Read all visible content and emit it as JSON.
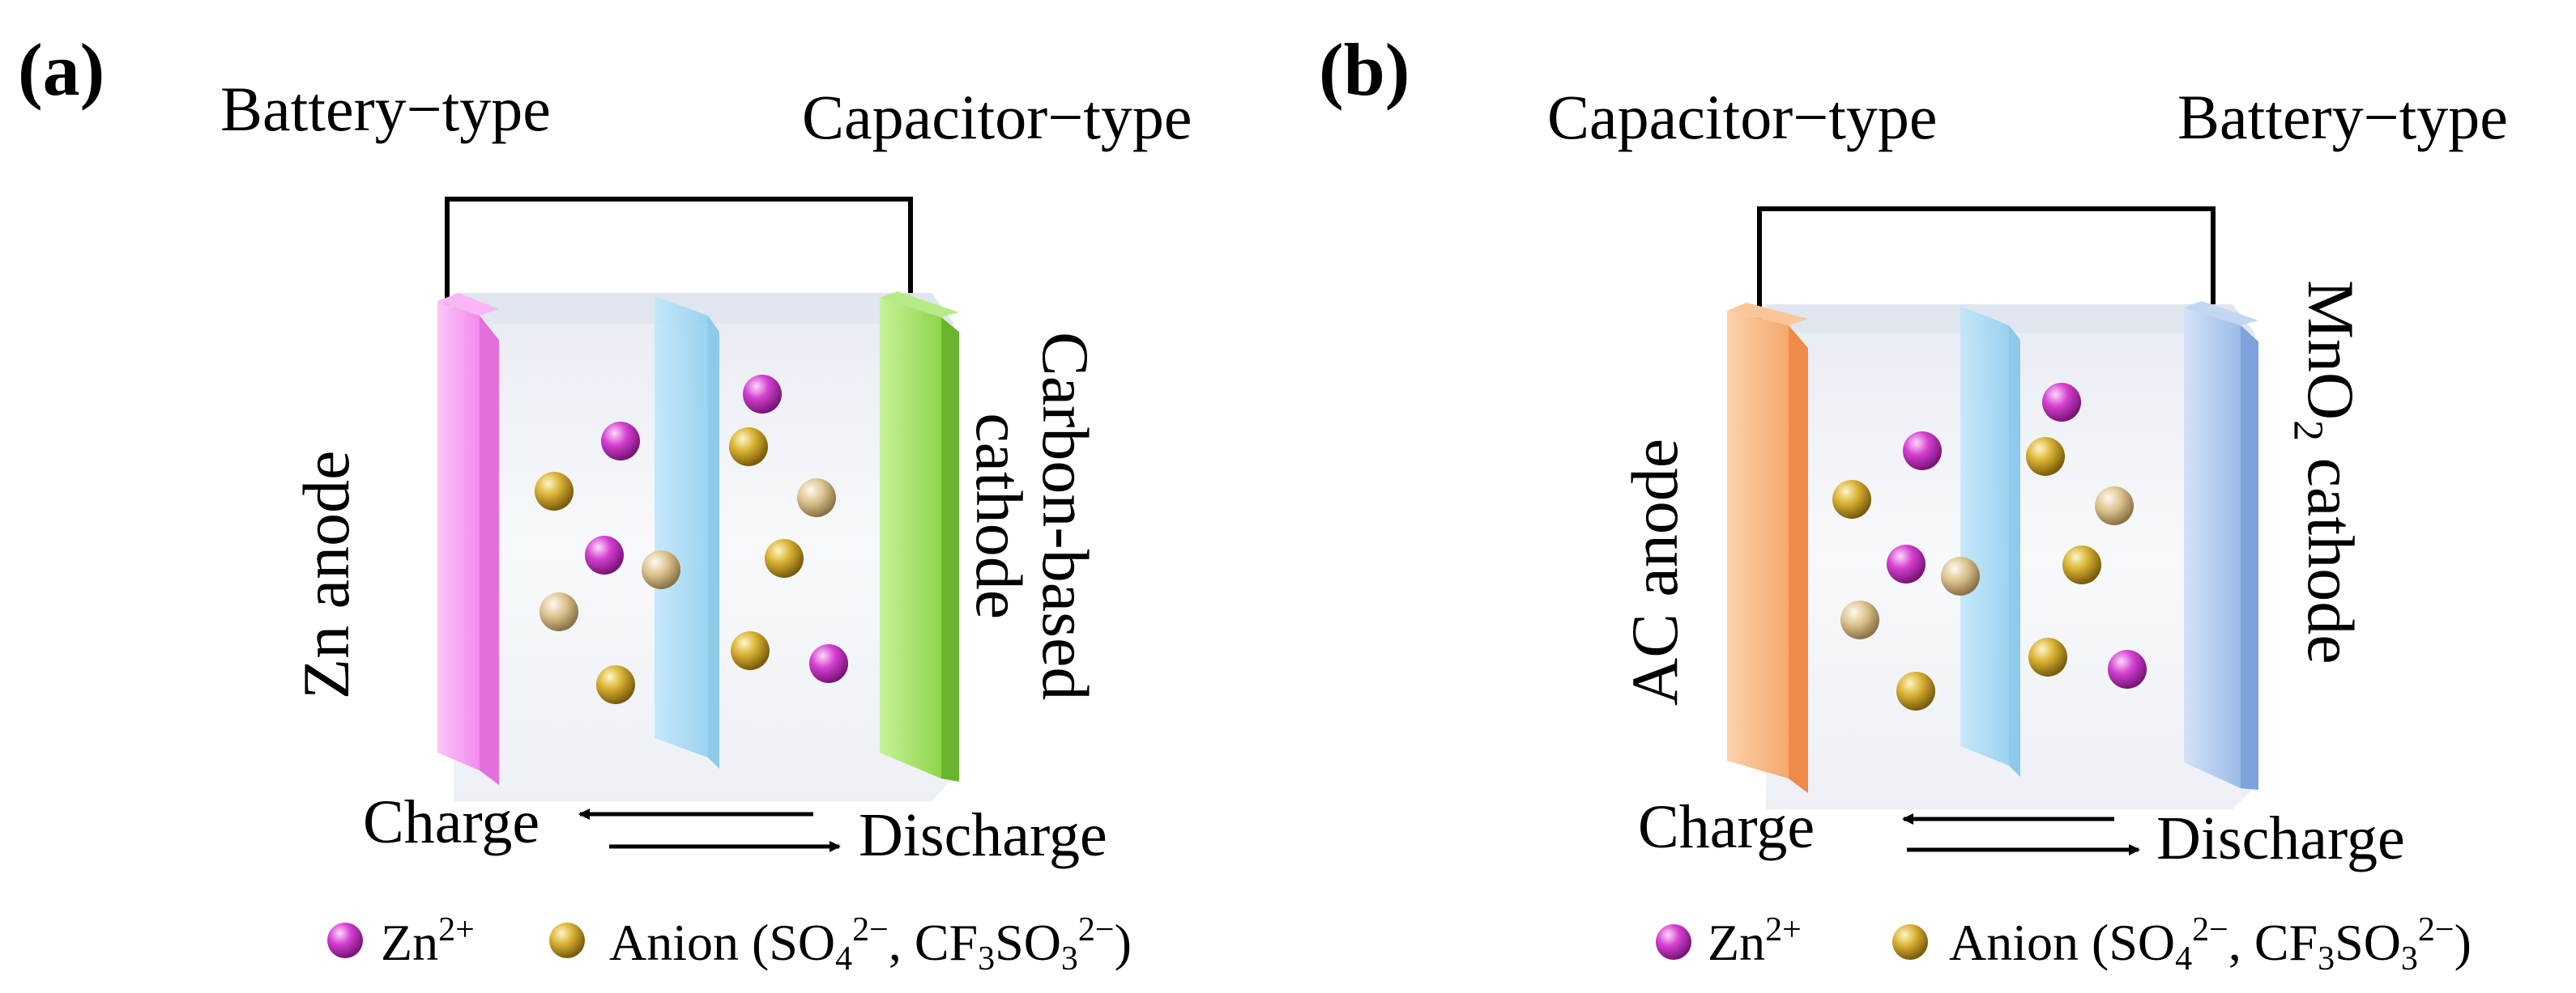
{
  "colors": {
    "zn_ion": "#d43fd0",
    "anion": "#d9b233",
    "zn_anode": "#f59af0",
    "carbon_cathode": "#8fd44a",
    "ac_anode": "#f5a86a",
    "mno2_cathode": "#9cbbe8",
    "separator": "#a8dcf5",
    "electrolyte_box": "#eef2f7"
  },
  "panels": [
    {
      "id": "a",
      "letter": "(a)",
      "left_type": "Battery−type",
      "right_type": "Capacitor−type",
      "left_electrode": [
        "Zn anode"
      ],
      "right_electrode": [
        "Carbon-based",
        "cathode"
      ],
      "charge": "Charge",
      "discharge": "Discharge",
      "legend": {
        "zn_text": "Zn",
        "zn_sup": "2+",
        "anion_text": "Anion (SO",
        "anion_sub1": "4",
        "anion_sup1": "2−",
        "anion_mid": ", CF",
        "anion_sub2": "3",
        "anion_mid2": "SO",
        "anion_sub3": "3",
        "anion_sup2": "2−",
        "anion_end": ")"
      },
      "icons": {
        "left": "zn-anode-plate-icon",
        "right": "carbon-cathode-plate-icon"
      }
    },
    {
      "id": "b",
      "letter": "(b)",
      "left_type": "Capacitor−type",
      "right_type": "Battery−type",
      "left_electrode": [
        "AC anode"
      ],
      "right_electrode_prefix": "MnO",
      "right_electrode_sub": "2",
      "right_electrode_suffix": " cathode",
      "charge": "Charge",
      "discharge": "Discharge",
      "legend": {
        "zn_text": "Zn",
        "zn_sup": "2+",
        "anion_text": "Anion (SO",
        "anion_sub1": "4",
        "anion_sup1": "2−",
        "anion_mid": ", CF",
        "anion_sub2": "3",
        "anion_mid2": "SO",
        "anion_sub3": "3",
        "anion_sup2": "2−",
        "anion_end": ")"
      },
      "icons": {
        "left": "ac-anode-plate-icon",
        "right": "mno2-cathode-plate-icon"
      }
    }
  ]
}
